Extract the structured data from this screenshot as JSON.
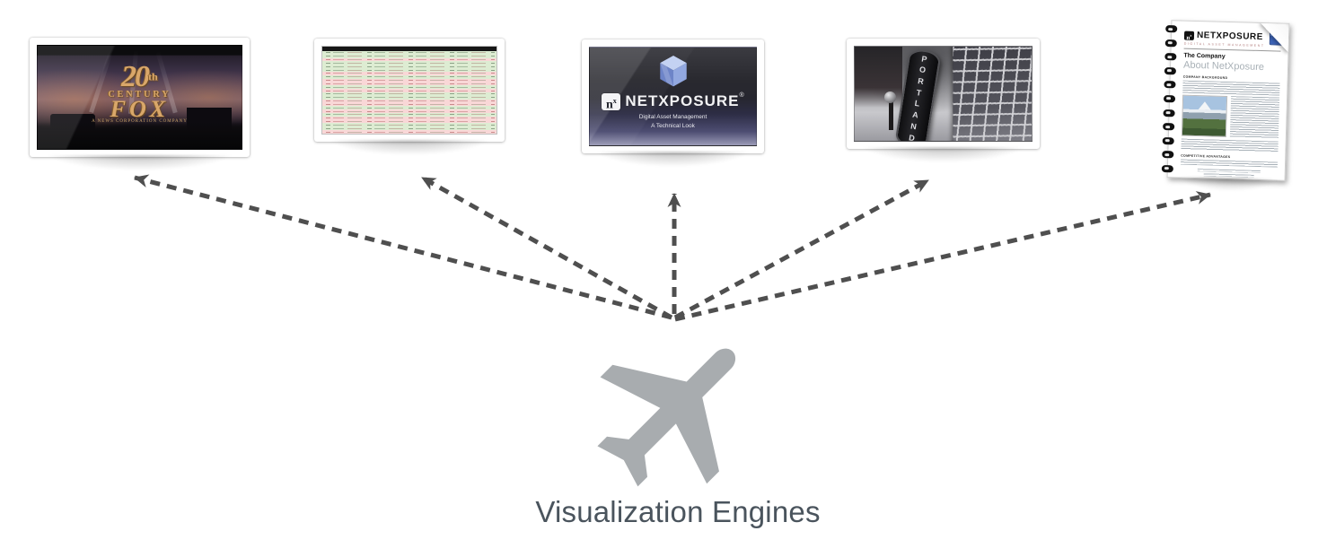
{
  "diagram": {
    "label": "Visualization Engines",
    "colors": {
      "arrow": "#4f4f4f",
      "plane": "#a8acaf",
      "label_text": "#4a545d"
    }
  },
  "thumbnails": {
    "movie": {
      "name": "video-still",
      "logo_number": "20",
      "logo_th": "th",
      "logo_century": "CENTURY",
      "logo_fox": "FOX",
      "caption": "A NEWS CORPORATION COMPANY"
    },
    "spreadsheet": {
      "name": "metadata-spreadsheet",
      "row_colors": [
        "g",
        "g",
        "p",
        "g",
        "g",
        "g",
        "p",
        "g",
        "p",
        "p",
        "g",
        "p",
        "g",
        "g",
        "p",
        "p",
        "g",
        "p",
        "g",
        "p",
        "p",
        "g",
        "g",
        "p"
      ],
      "green": "#ddecd2",
      "pink": "#f9d7d7"
    },
    "slide": {
      "name": "presentation-slide",
      "logo_n": "n",
      "logo_x": "x",
      "brand": "NETXPOSURE",
      "registered": "®",
      "subtitle_line1": "Digital Asset Management",
      "subtitle_line2": "A Technical Look"
    },
    "photo": {
      "name": "portland-photo",
      "sign": "PORTLAND"
    },
    "document": {
      "name": "company-document",
      "logo_n": "n",
      "logo_x": "x",
      "brand": "NETXPOSURE",
      "tagline": "DIGITAL ASSET MANAGEMENT",
      "heading": "The Company",
      "subheading": "About NetXposure",
      "section1": "COMPANY BACKGROUND",
      "section2": "COMPETITIVE ADVANTAGES"
    }
  }
}
